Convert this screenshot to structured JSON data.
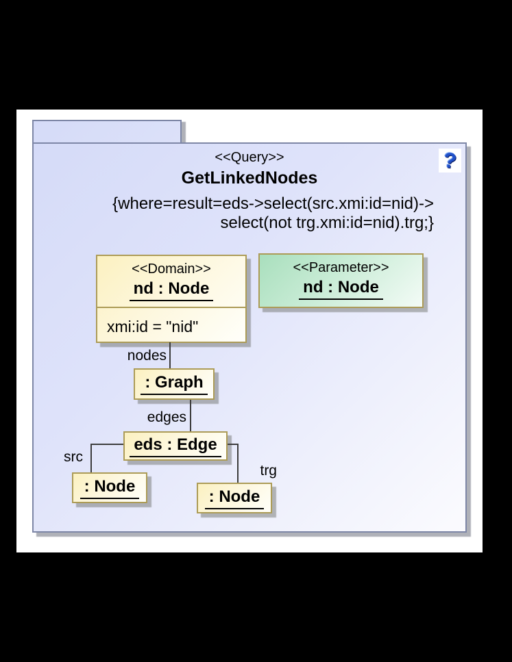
{
  "package": {
    "stereotype": "<<Query>>",
    "title": "GetLinkedNodes",
    "constraint": {
      "line1": "{where=result=eds->select(src.xmi:id=nid)->",
      "line2": "select(not trg.xmi:id=nid).trg;}"
    },
    "help_icon_glyph": "?"
  },
  "objects": {
    "domain": {
      "stereotype": "<<Domain>>",
      "name": "nd : Node",
      "attribute": "xmi:id = \"nid\""
    },
    "parameter": {
      "stereotype": "<<Parameter>>",
      "name": "nd : Node"
    },
    "graph": {
      "name": ": Graph"
    },
    "edge": {
      "name": "eds : Edge"
    },
    "src_node": {
      "name": ": Node"
    },
    "trg_node": {
      "name": ": Node"
    }
  },
  "links": {
    "nodes_label": "nodes",
    "edges_label": "edges",
    "src_label": "src",
    "trg_label": "trg"
  },
  "colors": {
    "package_fill_start": "#d5dbf8",
    "package_border": "#7d86a6",
    "object_fill_yellow": "#fcf1c0",
    "object_fill_green": "#a9dfbd",
    "object_border": "#ac9b56",
    "connector": "#3c3c3c",
    "help_icon_blue": "#2050c8"
  }
}
